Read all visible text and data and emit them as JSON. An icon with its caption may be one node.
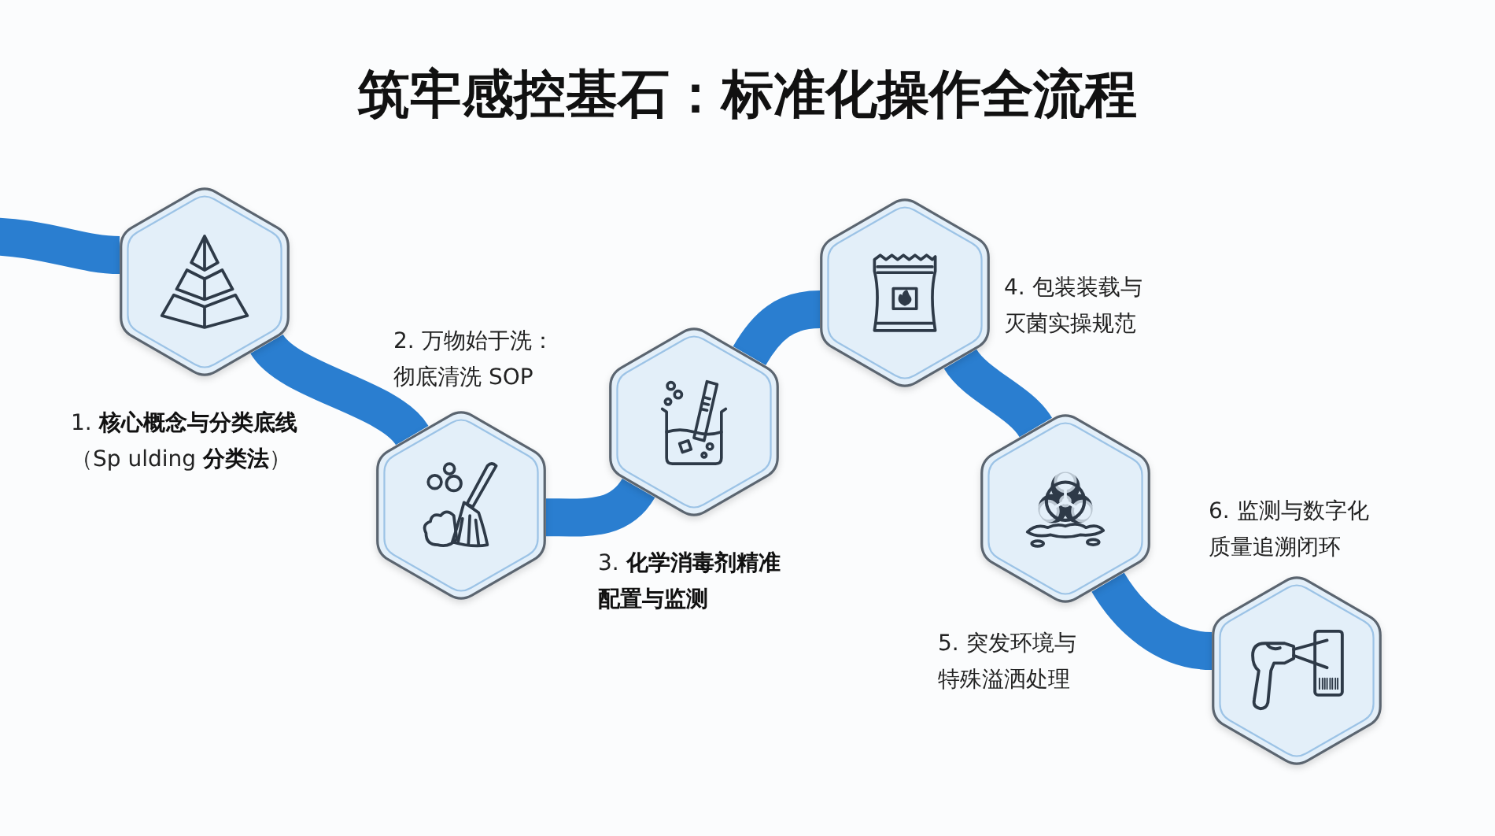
{
  "diagram": {
    "title": "筑牢感控基石：标准化操作全流程",
    "nodes": [
      {
        "text": [],
        "shape": "hexagon",
        "beside": [
          "1. **核心概念与分类底线**（Sp ulding **分类法**）"
        ]
      },
      {
        "text": [],
        "shape": "hexagon",
        "beside": [
          "2. 万物始于洗：彻底清洗 SOP"
        ]
      },
      {
        "text": [],
        "shape": "hexagon",
        "beside": [
          "3. **化学消毒剂精准配置与监测**"
        ]
      },
      {
        "text": [],
        "shape": "hexagon",
        "beside": [
          "4. 包装装载与灭菌实操规范"
        ]
      },
      {
        "text": [],
        "shape": "hexagon",
        "beside": [
          "5. 突发环境与特殊溢洒处理"
        ]
      },
      {
        "text": [],
        "shape": "hexagon",
        "beside": [
          "6. 监测与数字化质量追溯闭环"
        ]
      }
    ],
    "edges": [
      {
        "from": null,
        "to": 0,
        "arrow": "none"
      },
      {
        "from": 0,
        "to": 1,
        "arrow": "none"
      },
      {
        "from": 1,
        "to": 2,
        "arrow": "none"
      },
      {
        "from": 2,
        "to": 3,
        "arrow": "none"
      },
      {
        "from": 3,
        "to": 4,
        "arrow": "none"
      },
      {
        "from": 4,
        "to": 5,
        "arrow": "none"
      }
    ]
  }
}
